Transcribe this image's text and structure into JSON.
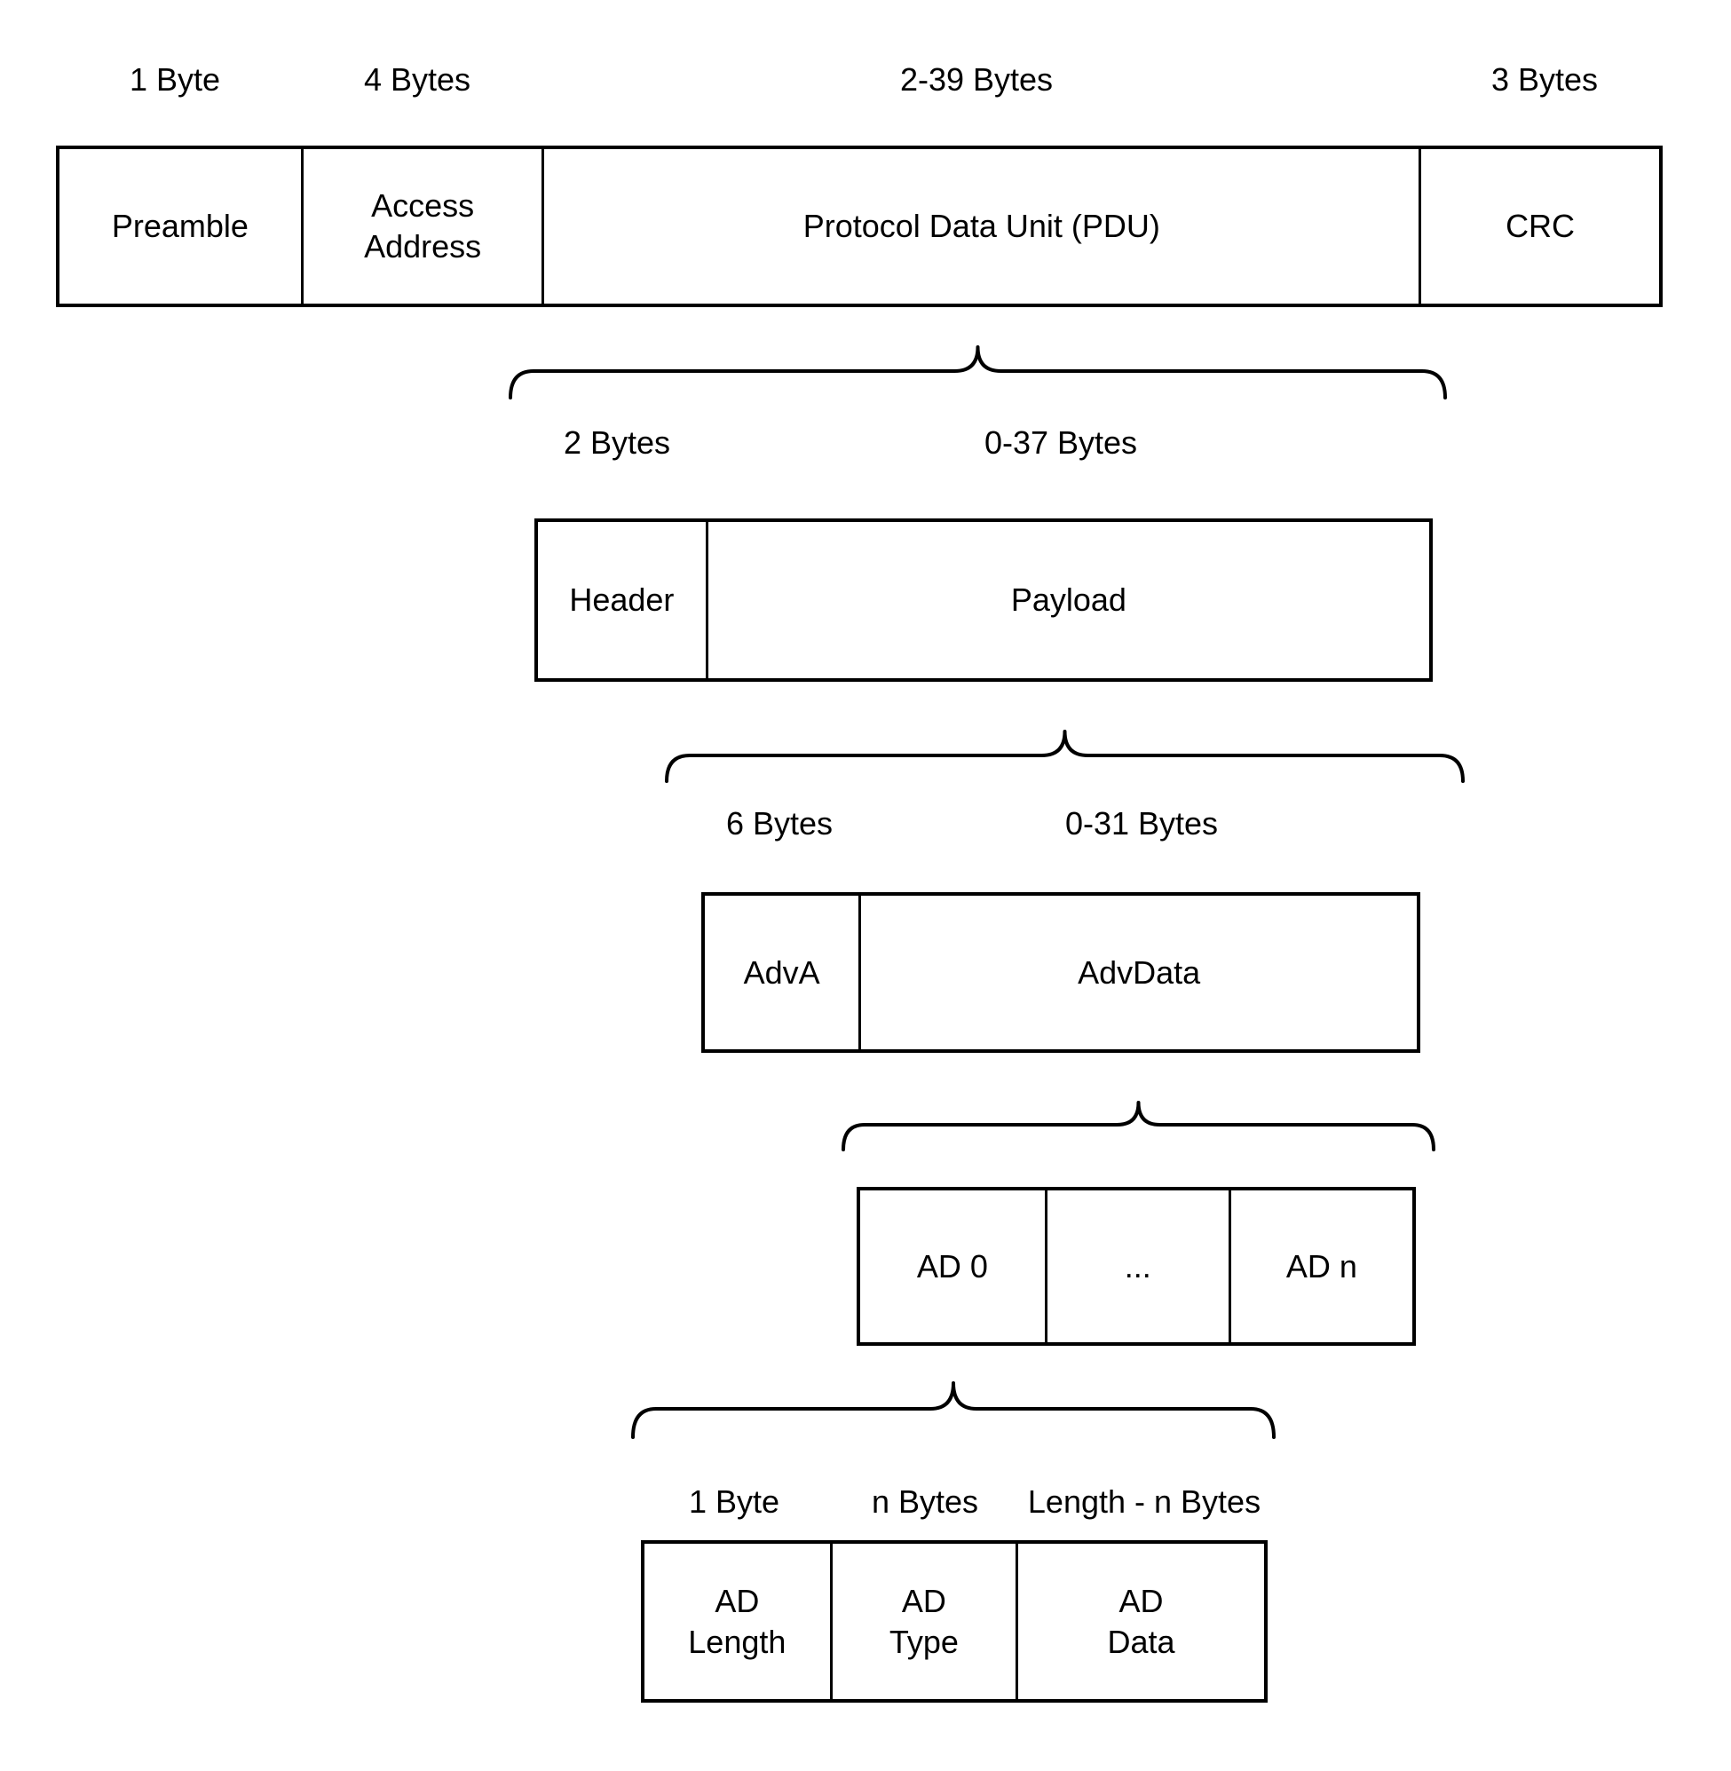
{
  "colors": {
    "line": "#000000",
    "background": "#ffffff"
  },
  "rows": [
    {
      "id": "link-layer-packet",
      "size_labels": [
        "1 Byte",
        "4 Bytes",
        "2-39 Bytes",
        "3 Bytes"
      ],
      "cells": [
        "Preamble",
        "Access\nAddress",
        "Protocol Data Unit (PDU)",
        "CRC"
      ]
    },
    {
      "id": "pdu-expansion",
      "size_labels": [
        "2 Bytes",
        "0-37 Bytes"
      ],
      "cells": [
        "Header",
        "Payload"
      ]
    },
    {
      "id": "payload-expansion",
      "size_labels": [
        "6 Bytes",
        "0-31 Bytes"
      ],
      "cells": [
        "AdvA",
        "AdvData"
      ]
    },
    {
      "id": "advdata-expansion",
      "size_labels": [],
      "cells": [
        "AD 0",
        "...",
        "AD n"
      ]
    },
    {
      "id": "ad-structure",
      "size_labels": [
        "1 Byte",
        "n Bytes",
        "Length - n Bytes"
      ],
      "cells": [
        "AD\nLength",
        "AD\nType",
        "AD\nData"
      ]
    }
  ]
}
